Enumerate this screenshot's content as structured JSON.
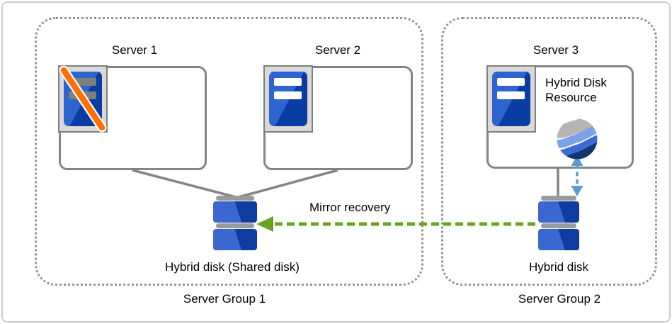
{
  "groups": [
    {
      "label": "Server Group 1"
    },
    {
      "label": "Server Group 2"
    }
  ],
  "servers": [
    {
      "label": "Server 1",
      "state": "failed"
    },
    {
      "label": "Server 2",
      "state": "running"
    },
    {
      "label": "Server 3",
      "state": "running"
    }
  ],
  "disks": [
    {
      "label": "Hybrid disk (Shared disk)"
    },
    {
      "label": "Hybrid disk"
    }
  ],
  "resource": {
    "label": "Hybrid Disk Resource"
  },
  "mirror": {
    "label": "Mirror recovery",
    "direction": "right-to-left"
  },
  "colors": {
    "server_blue_light": "#2E64CF",
    "server_blue_dark": "#0A3DA4",
    "disk_blue_light": "#3B67D1",
    "disk_blue_dark": "#0D3DA1",
    "failure_orange": "#FF6E00",
    "mirror_green": "#6CA121",
    "sync_blue": "#5B9BD5",
    "line_gray": "#848484",
    "globe_gray": "#B5B5B5",
    "globe_light_blue": "#7BA2E8",
    "globe_mid_blue": "#3B6BD6",
    "globe_dark_blue": "#12366E"
  }
}
